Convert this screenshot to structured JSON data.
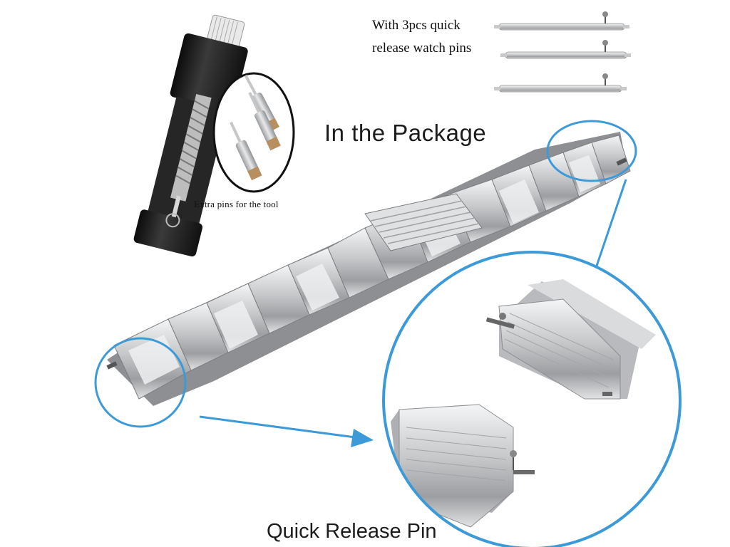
{
  "captions": {
    "pins_line1": "With 3pcs quick",
    "pins_line2": "release watch pins",
    "tool_pins": "Extra pins for the tool",
    "package_title": "In the Package",
    "quick_release_title": "Quick Release Pin"
  },
  "colors": {
    "callout_blue": "#3d9ad8",
    "steel": "#c9cbcd",
    "tool_black": "#1a1a1a"
  },
  "icons": {
    "arrow": "blue-pointer-arrow",
    "callout": "blue-magnifier-circle"
  }
}
